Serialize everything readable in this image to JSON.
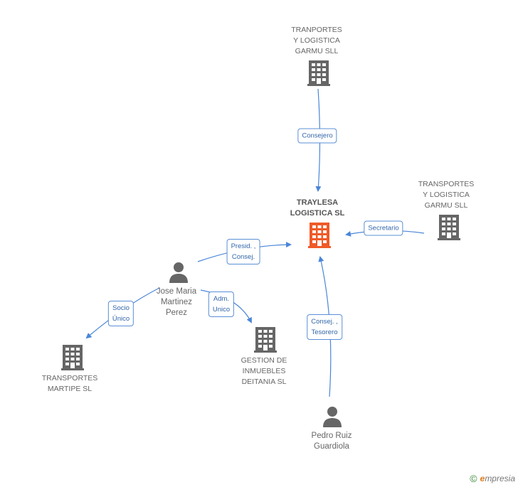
{
  "colors": {
    "edge": "#4a86d8",
    "building": "#666666",
    "building_highlight": "#f05a28",
    "person": "#666666"
  },
  "nodes": {
    "top_company": {
      "label": "TRANPORTES\nY LOGISTICA\nGARMU  SLL",
      "icon": "building-icon"
    },
    "center_company": {
      "label": "TRAYLESA\nLOGISTICA SL",
      "icon": "building-icon-highlight"
    },
    "right_company": {
      "label": "TRANSPORTES\nY LOGISTICA\nGARMU SLL",
      "icon": "building-icon"
    },
    "person_jose": {
      "label": "Jose Maria\nMartinez\nPerez",
      "icon": "person-icon"
    },
    "left_company": {
      "label": "TRANSPORTES\nMARTIPE SL",
      "icon": "building-icon"
    },
    "gestion_company": {
      "label": "GESTION DE\nINMUEBLES\nDEITANIA SL",
      "icon": "building-icon"
    },
    "person_pedro": {
      "label": "Pedro Ruiz\nGuardiola",
      "icon": "person-icon"
    }
  },
  "edges": {
    "consejero": "Consejero",
    "secretario": "Secretario",
    "presid_consej": "Presid. ,\nConsej.",
    "adm_unico": "Adm.\nUnico",
    "socio_unico": "Socio\nÚnico",
    "consej_tesorero": "Consej. ,\nTesorero"
  },
  "watermark": {
    "symbol": "©",
    "brand_initial": "e",
    "brand_rest": "mpresia"
  }
}
